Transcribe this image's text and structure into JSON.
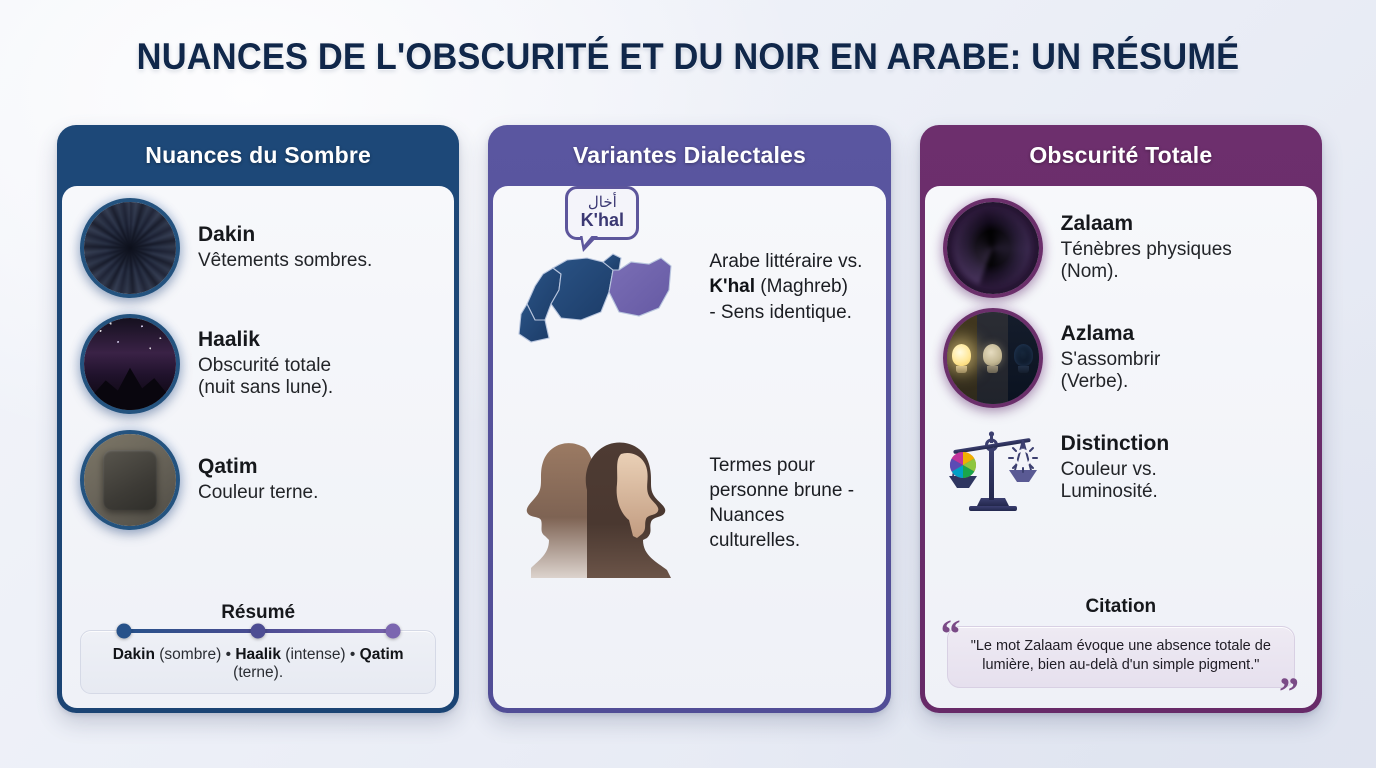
{
  "page": {
    "title": "NUANCES DE L'OBSCURITÉ ET DU NOIR EN ARABE: UN RÉSUMÉ",
    "accent_blue": "#1d4878",
    "accent_purple": "#5a56a0",
    "accent_plum": "#6d2f6d",
    "background": "#eceff7"
  },
  "cards": [
    {
      "id": "nuances-du-sombre",
      "header": "Nuances du Sombre",
      "items": [
        {
          "icon": "dark-fabric-icon",
          "term": "Dakin",
          "desc": "Vêtements sombres."
        },
        {
          "icon": "night-mountain-icon",
          "term": "Haalik",
          "desc": "Obscurité totale\n(nuit sans lune)."
        },
        {
          "icon": "dull-square-icon",
          "term": "Qatim",
          "desc": "Couleur terne."
        }
      ],
      "footer": {
        "title": "Résumé",
        "text_parts": [
          {
            "bold": "Dakin",
            "rest": " (sombre)"
          },
          {
            "bold": "Haalik",
            "rest": " (intense)"
          },
          {
            "bold": "Qatim",
            "rest": " (terne)."
          }
        ],
        "separator": " • ",
        "progress_dots": [
          "#27528a",
          "#4d4d93",
          "#7b66b0"
        ]
      }
    },
    {
      "id": "variantes-dialectales",
      "header": "Variantes Dialectales",
      "rows": [
        {
          "icon": "maghreb-map-icon",
          "bubble": {
            "arabic": "أخال",
            "latin": "K'hal"
          },
          "text_line1": "Arabe littéraire vs.",
          "text_bold": "K'hal",
          "text_line2_rest": " (Maghreb)",
          "text_line3": "- Sens identique."
        },
        {
          "icon": "two-profiles-icon",
          "text": "Termes pour personne brune - Nuances culturelles."
        }
      ]
    },
    {
      "id": "obscurite-totale",
      "header": "Obscurité Totale",
      "items": [
        {
          "icon": "black-hole-icon",
          "term": "Zalaam",
          "desc": "Ténèbres physiques\n(Nom)."
        },
        {
          "icon": "dimming-bulbs-icon",
          "term": "Azlama",
          "desc": "S'assombrir\n(Verbe)."
        },
        {
          "icon": "balance-scale-icon",
          "term": "Distinction",
          "desc": "Couleur vs.\nLuminosité."
        }
      ],
      "footer": {
        "title": "Citation",
        "quote": "\"Le mot Zalaam évoque une absence totale de lumière, bien au-delà d'un simple pigment.\"",
        "open_quote": "“",
        "close_quote": "”"
      }
    }
  ]
}
